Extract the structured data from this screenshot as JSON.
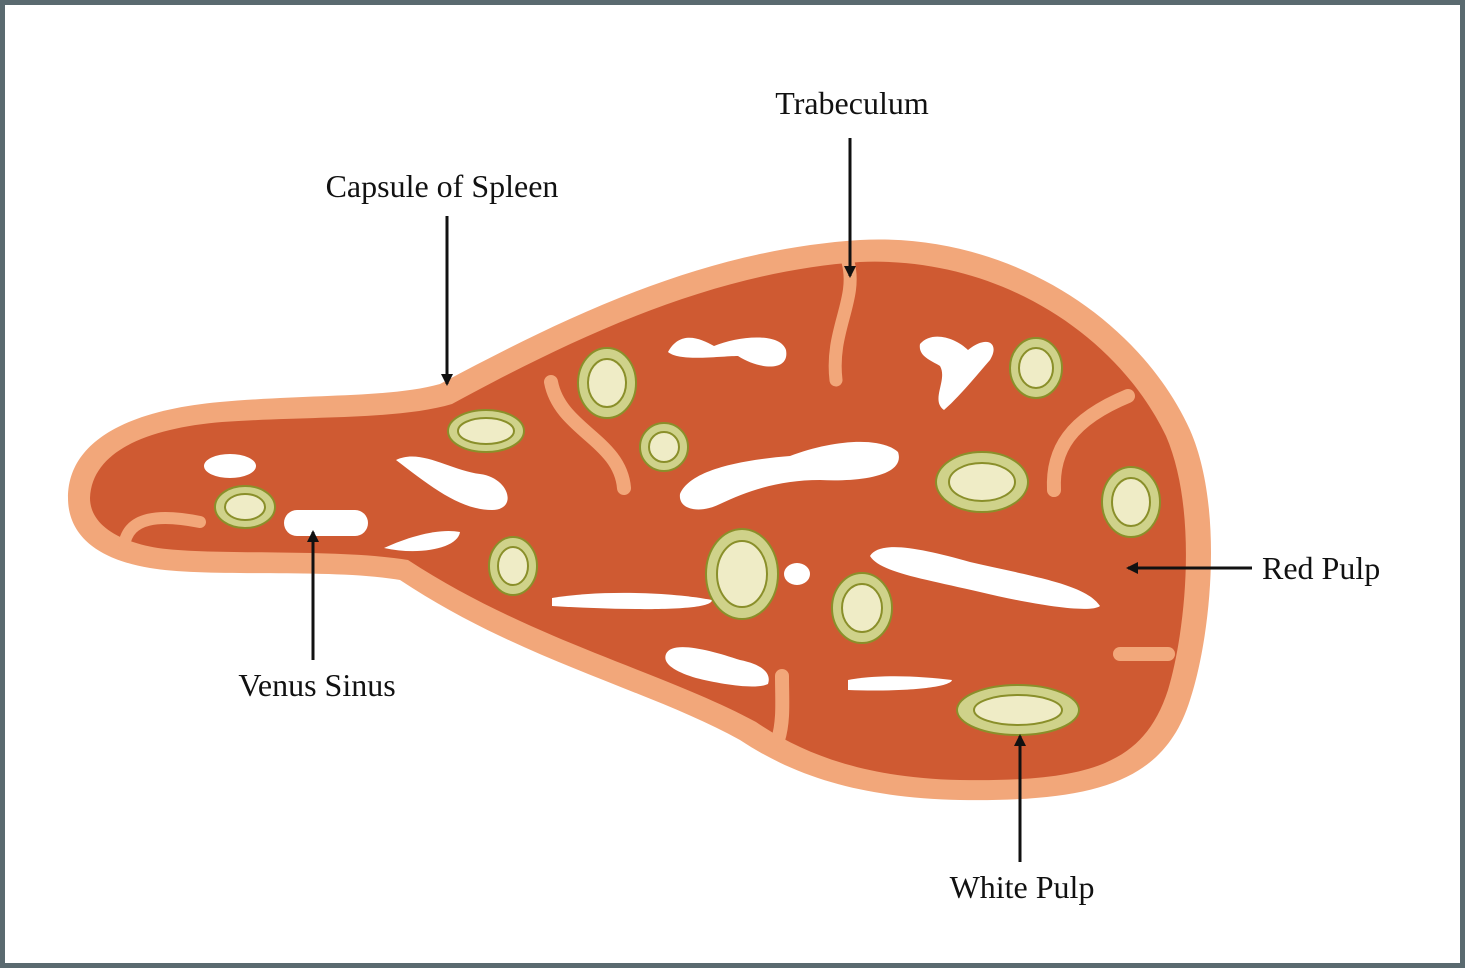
{
  "labels": {
    "trabeculum": "Trabeculum",
    "capsule": "Capsule of Spleen",
    "red_pulp": "Red Pulp",
    "venus_sinus": "Venus Sinus",
    "white_pulp": "White Pulp"
  },
  "colors": {
    "frame_border": "#5a6a70",
    "capsule": "#f2a77a",
    "red_pulp": "#cf5a32",
    "sinus": "#ffffff",
    "white_pulp_outer": "#cfd28a",
    "white_pulp_ring": "#8a8f2a",
    "white_pulp_inner": "#efecc6",
    "arrow": "#111111"
  }
}
